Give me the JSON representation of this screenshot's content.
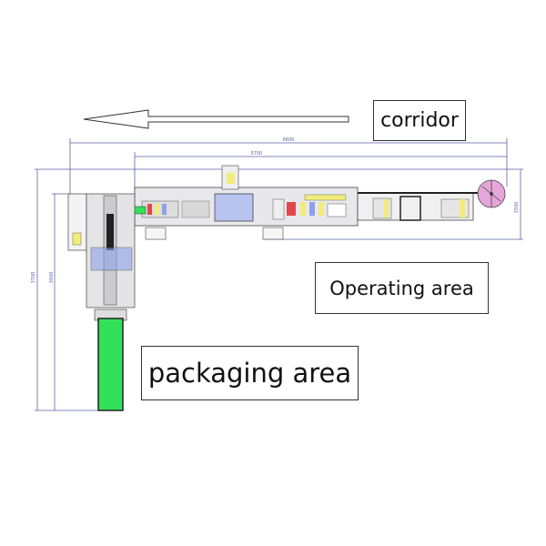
{
  "labels": {
    "corridor": "corridor",
    "operating_area": "Operating area",
    "packaging_area": "packaging area"
  },
  "dimensions": {
    "overall_length": "6600",
    "line_length": "5700",
    "line_width": "1500",
    "overall_height": "3700",
    "module_height": "3000"
  },
  "colors": {
    "dimension": "#5a63a8",
    "conveyor": "#33e05a",
    "wheel": "#e6a6d9",
    "blue_unit": "#8ea0e8",
    "yellow": "#f2ec7a",
    "red": "#e04848"
  }
}
